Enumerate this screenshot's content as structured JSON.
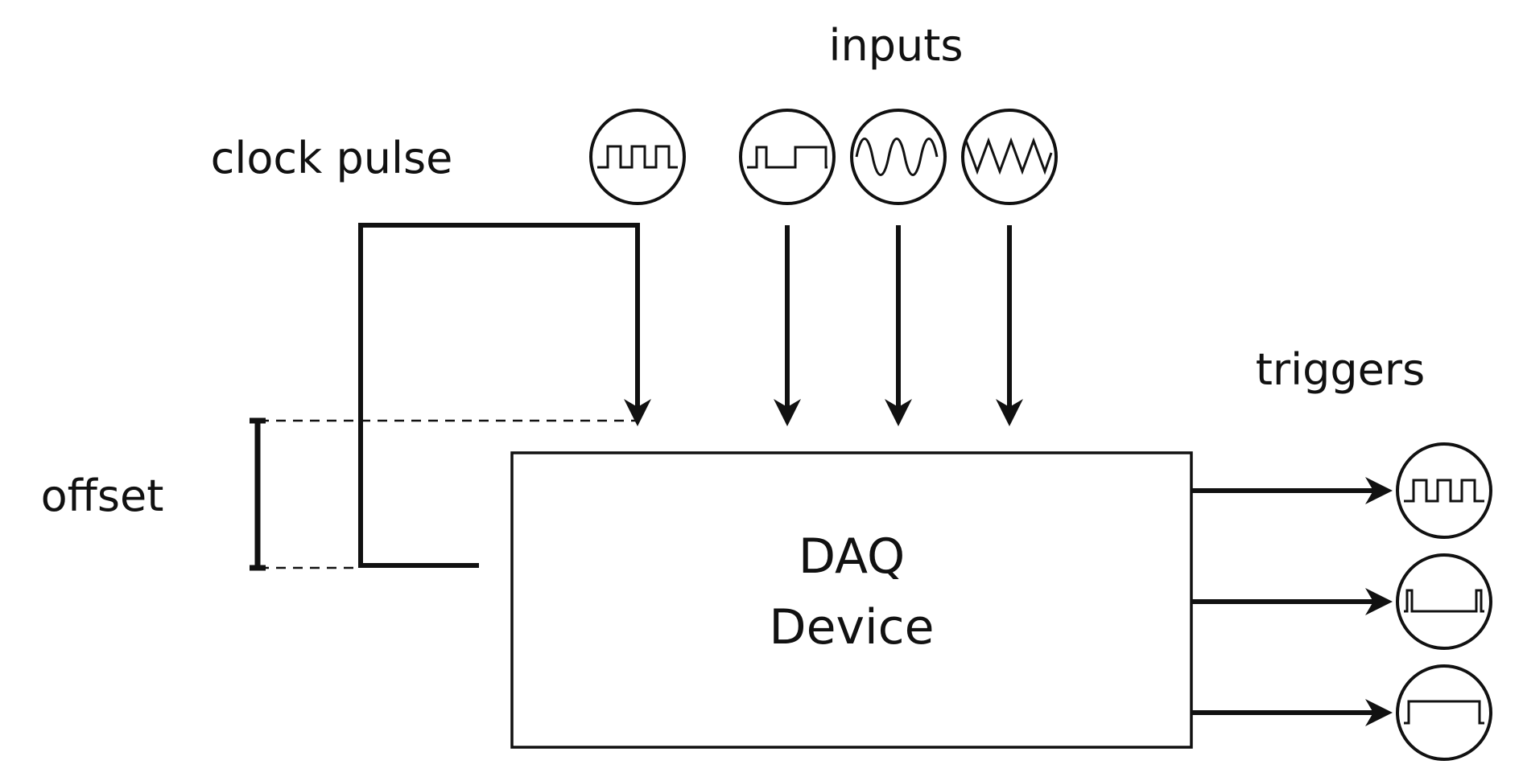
{
  "labels": {
    "inputs": "inputs",
    "clock_pulse": "clock pulse",
    "triggers": "triggers",
    "offset": "offset",
    "device_line1": "DAQ",
    "device_line2": "Device"
  },
  "inputs": [
    {
      "signal": "square-wave"
    },
    {
      "signal": "square-wave"
    },
    {
      "signal": "sine-wave"
    },
    {
      "signal": "triangle-wave"
    }
  ],
  "triggers": [
    {
      "signal": "square-wave"
    },
    {
      "signal": "narrow-pulse-pair"
    },
    {
      "signal": "wide-pulse"
    }
  ],
  "colors": {
    "stroke": "#111111",
    "background": "#ffffff"
  }
}
